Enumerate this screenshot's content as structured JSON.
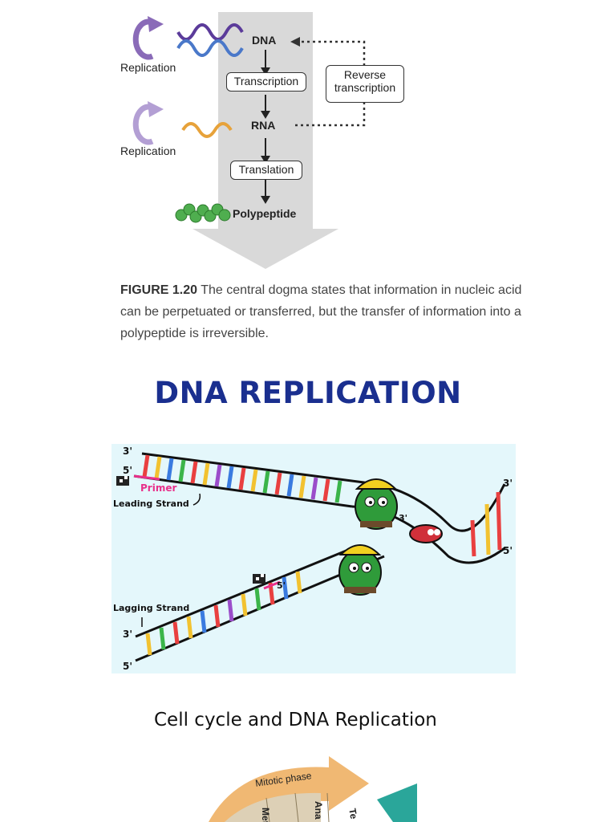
{
  "dogma": {
    "dna_label": "DNA",
    "rna_label": "RNA",
    "polypeptide_label": "Polypeptide",
    "transcription_label": "Transcription",
    "translation_label": "Translation",
    "reverse_transcription_line1": "Reverse",
    "reverse_transcription_line2": "transcription",
    "replication_label_top": "Replication",
    "replication_label_bottom": "Replication"
  },
  "caption": {
    "figure_number": "FIGURE 1.20",
    "text": " The central dogma states that information in nucleic acid can be perpetuated or transferred, but the transfer of information into a polypeptide is irreversible."
  },
  "replication_title": "DNA REPLICATION",
  "replication_diagram": {
    "three_prime_top": "3'",
    "five_prime_top": "5'",
    "primer_label": "Primer",
    "leading_strand_label": "Leading Strand",
    "three_prime_enzyme_top": "3'",
    "three_prime_right": "3'",
    "five_prime_right": "5'",
    "five_prime_lagging": "5'",
    "lagging_strand_label": "Lagging Strand",
    "three_prime_bottom": "3'",
    "five_prime_bottom": "5'"
  },
  "section_heading": "Cell cycle and DNA Replication",
  "cell_cycle": {
    "mitotic_phase_label": "Mitotic phase",
    "metaphase_partial": "Meta",
    "anaphase_partial": "Ana",
    "telophase_partial": "Te"
  },
  "colors": {
    "title_blue": "#1a2f8f",
    "panel_bg": "#e4f7fb",
    "dna_purple": "#5b3b9a",
    "rna_orange": "#e7a23a",
    "helicase_green": "#2f9b3a",
    "primer_pink": "#e8308a"
  }
}
